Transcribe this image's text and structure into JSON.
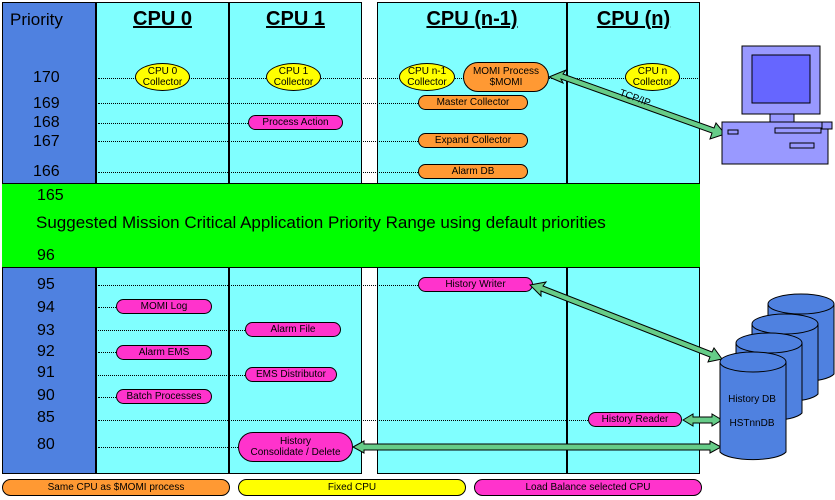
{
  "priority_header": "Priority",
  "columns": {
    "cpu0": "CPU 0",
    "cpu1": "CPU 1",
    "cpun1": "CPU (n-1)",
    "cpun": "CPU (n)"
  },
  "priorities": {
    "p170": "170",
    "p169": "169",
    "p168": "168",
    "p167": "167",
    "p166": "166",
    "p165": "165",
    "p96": "96",
    "p95": "95",
    "p94": "94",
    "p93": "93",
    "p92": "92",
    "p91": "91",
    "p90": "90",
    "p85": "85",
    "p80": "80"
  },
  "band_text": "Suggested Mission Critical Application Priority Range using default priorities",
  "processes": {
    "cpu0_collector": "CPU 0\nCollector",
    "cpu1_collector": "CPU 1\nCollector",
    "cpun1_collector": "CPU n-1\nCollector",
    "momi_process": "MOMI Process\n$MOMI",
    "cpun_collector": "CPU n\nCollector",
    "master_collector": "Master Collector",
    "process_action": "Process Action",
    "expand_collector": "Expand Collector",
    "alarm_db": "Alarm DB",
    "history_writer": "History Writer",
    "momi_log": "MOMI Log",
    "alarm_file": "Alarm File",
    "alarm_ems": "Alarm EMS",
    "ems_distributor": "EMS Distributor",
    "batch_processes": "Batch Processes",
    "history_reader": "History Reader",
    "history_consolidate": "History\nConsolidate / Delete"
  },
  "tcpip_label": "TCP/IP",
  "database": {
    "line1": "History DB",
    "line2": "HSTnnDB"
  },
  "legend": {
    "orange": "Same CPU as $MOMI process",
    "yellow": "Fixed CPU",
    "magenta": "Load Balance selected CPU"
  },
  "colors": {
    "priority_column": "#4f81e0",
    "cpu_column": "#80ffff",
    "band": "#00ff00",
    "fixed_cpu": "#ffff00",
    "same_cpu_as_momi": "#ff9933",
    "load_balance": "#ff33cc",
    "arrow": "#66cc88",
    "database": "#4f81e0",
    "computer": "#9999ff"
  }
}
